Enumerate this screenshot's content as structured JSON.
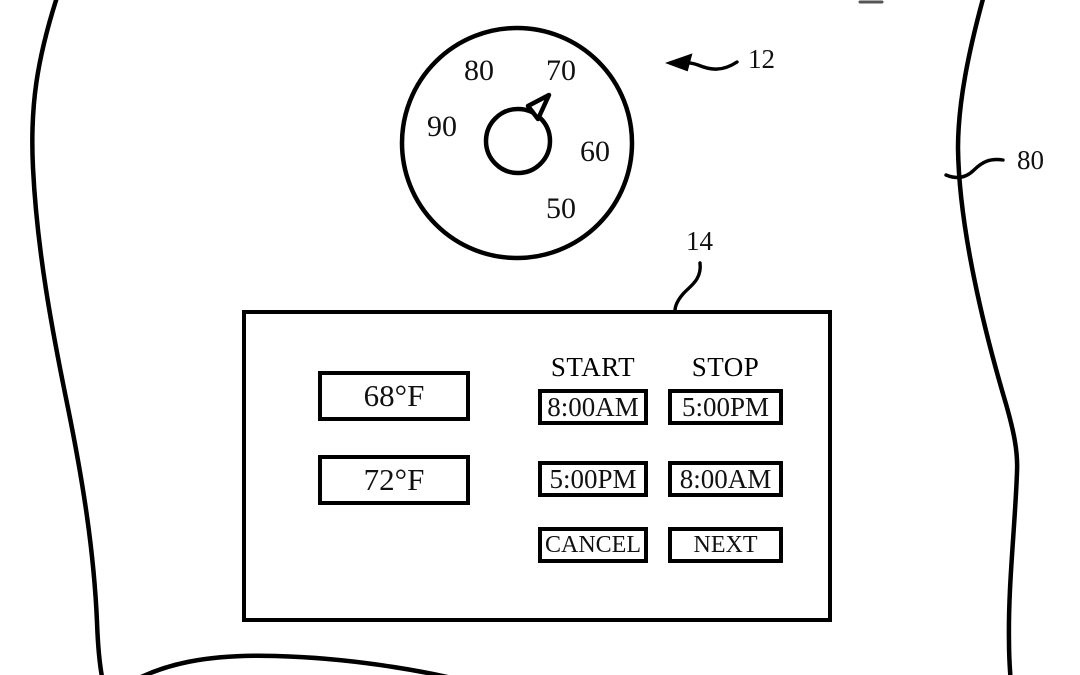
{
  "figure": {
    "type": "patent-line-drawing",
    "background_color": "#ffffff",
    "line_color": "#000000"
  },
  "dial": {
    "name": "temperature-dial",
    "reference_numeral": "12",
    "scale_values": [
      "50",
      "60",
      "70",
      "80",
      "90"
    ],
    "pointer": "triangular-indicator"
  },
  "callouts": [
    {
      "id": "c12",
      "label": "12",
      "target": "dial"
    },
    {
      "id": "c14",
      "label": "14",
      "target": "control-panel"
    },
    {
      "id": "c80",
      "label": "80",
      "target": "housing-outline"
    }
  ],
  "panel": {
    "name": "control-panel",
    "reference_numeral": "14",
    "setpoints": [
      {
        "label": "68°F"
      },
      {
        "label": "72°F"
      }
    ],
    "schedule": {
      "headers": [
        "START",
        "STOP"
      ],
      "rows": [
        {
          "start": "8:00AM",
          "stop": "5:00PM"
        },
        {
          "start": "5:00PM",
          "stop": "8:00AM"
        }
      ]
    },
    "actions": [
      {
        "label": "CANCEL"
      },
      {
        "label": "NEXT"
      }
    ]
  }
}
